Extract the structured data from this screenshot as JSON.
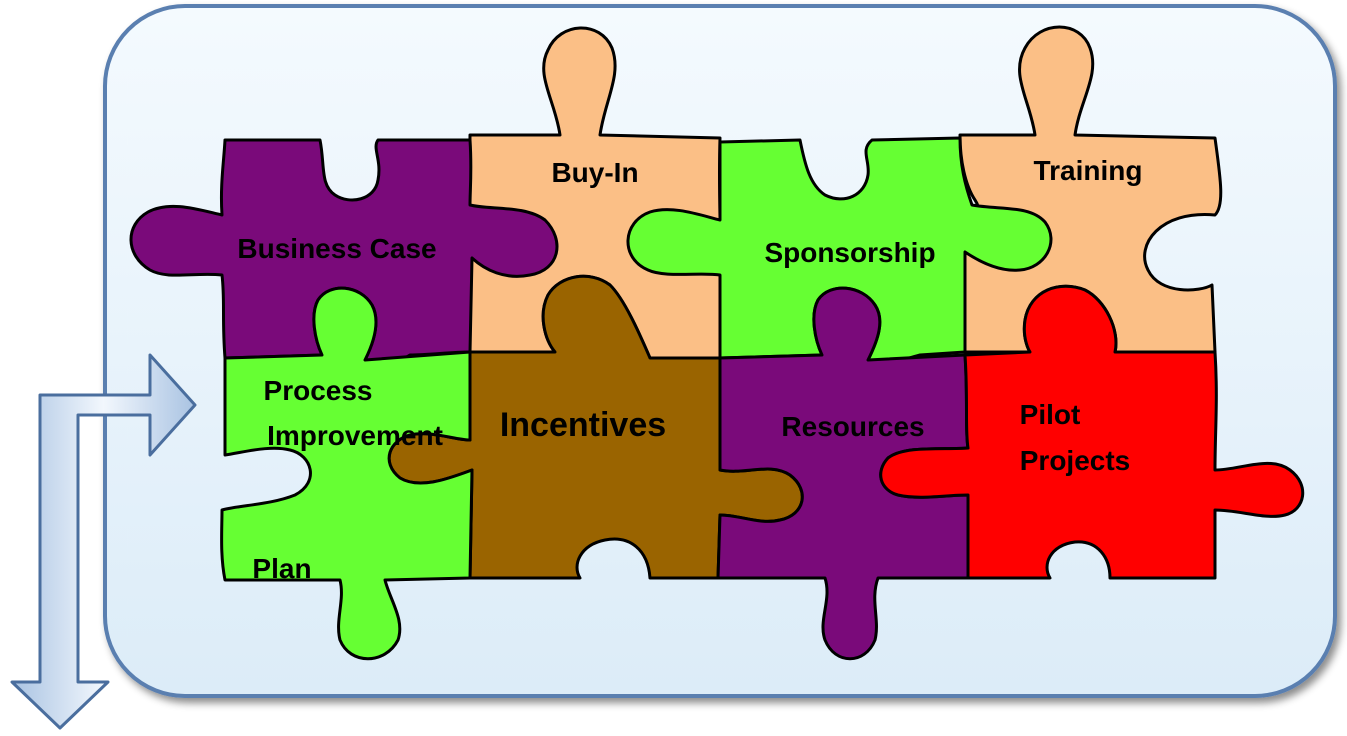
{
  "colors": {
    "panel_fill": "#e8f4fb",
    "panel_border": "#5a7fb0",
    "arrow_fill": "#cfe0f2",
    "arrow_border": "#4a6e9e",
    "purple": "#7a0a7a",
    "peach": "#fbbf86",
    "green": "#66ff33",
    "brown": "#9a6400",
    "red": "#ff0000"
  },
  "pieces": {
    "business_case": "Business Case",
    "buy_in": "Buy-In",
    "sponsorship": "Sponsorship",
    "training": "Training",
    "process_improvement_line1": "Process",
    "process_improvement_line2": "Improvement",
    "plan": "Plan",
    "incentives": "Incentives",
    "resources": "Resources",
    "pilot_projects_line1": "Pilot",
    "pilot_projects_line2": "Projects"
  }
}
